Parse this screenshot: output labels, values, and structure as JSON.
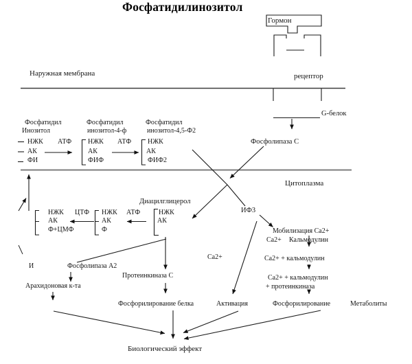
{
  "title": "Фосфатидилинозитол",
  "labels": {
    "hormone": "Гормон",
    "outer_membrane": "Наружная мембрана",
    "receptor": "рецептор",
    "g_protein": "G-белок",
    "phospholipase_c": "Фосфолипаза С",
    "cytoplasm": "Цитоплазма",
    "diacylglycerol": "Диацилглицерол",
    "if3": "ИФ3",
    "mobilization": "Мобилизация Са2+",
    "ca2_row": "Са2+",
    "calmodulin": "Кальмодулин",
    "ca_calmodulin_1": "Са2+ + кальмодулин",
    "ca_calmodulin_2": "Са2+ + кальмодулин",
    "plus_proteinkinase": "+ протеинкиназа",
    "phosphorylation": "Фосфорилирование",
    "metabolites": "Метаболиты",
    "ca2_left": "Са2+",
    "activation": "Активация",
    "and_marker": "И",
    "phospholipase_a2": "Фосфолипаза А2",
    "arachidonic_acid": "Арахидоновая к-та",
    "proteinkinase_c": "Протеинкиназа С",
    "protein_phosphorylation": "Фосфорилирование белка",
    "biological_effect": "Биологический эффект"
  },
  "pi_row": {
    "cofactor_1": "АТФ",
    "cofactor_2": "АТФ",
    "groups": [
      {
        "name1": "Фосфатидил",
        "name2": "Инозитол",
        "rows": [
          "НЖК",
          "АК",
          "ФИ"
        ]
      },
      {
        "name1": "Фосфатидил",
        "name2": "инозитол-4-ф",
        "rows": [
          "НЖК",
          "АК",
          "ФИФ"
        ]
      },
      {
        "name1": "Фосфатидил",
        "name2": "инозитол-4,5-Ф2",
        "rows": [
          "НЖК",
          "АК",
          "ФИФ2"
        ]
      }
    ]
  },
  "dag_row": {
    "cofactor_1": "ЦТФ",
    "cofactor_2": "АТФ",
    "groups": [
      {
        "rows": [
          "НЖК",
          "АК",
          "Ф+ЦМФ"
        ]
      },
      {
        "rows": [
          "НЖК",
          "АК",
          "Ф"
        ]
      },
      {
        "rows": [
          "НЖК",
          "АК"
        ]
      }
    ]
  },
  "colors": {
    "line": "#1a1a1a",
    "membrane_outer": "#3d3d3d",
    "membrane_inner": "#7d7d7d"
  }
}
